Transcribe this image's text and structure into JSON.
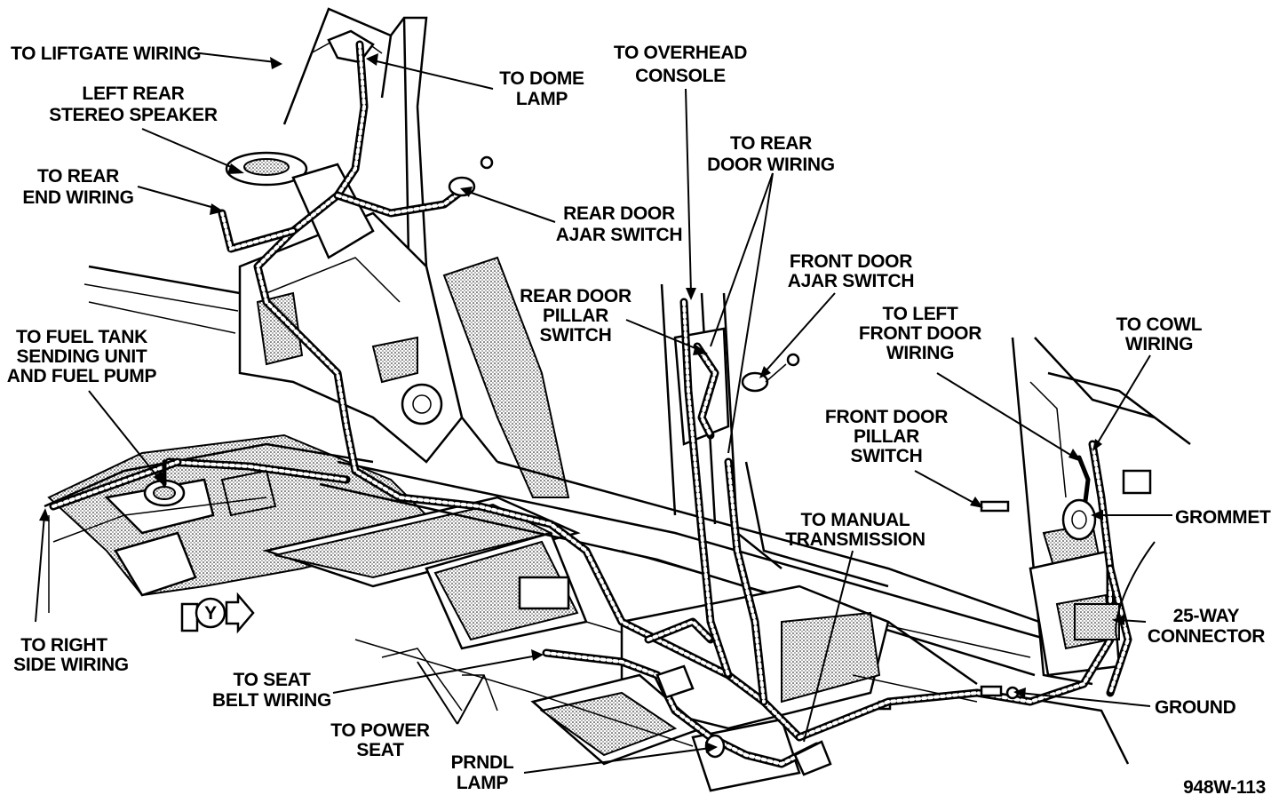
{
  "labels": {
    "liftgate": "TO LIFTGATE WIRING",
    "left_rear_speaker_1": "LEFT REAR",
    "left_rear_speaker_2": "STEREO SPEAKER",
    "rear_end_1": "TO REAR",
    "rear_end_2": "END WIRING",
    "dome_1": "TO DOME",
    "dome_2": "LAMP",
    "overhead_1": "TO OVERHEAD",
    "overhead_2": "CONSOLE",
    "rear_door_wiring_1": "TO REAR",
    "rear_door_wiring_2": "DOOR WIRING",
    "rear_door_ajar_1": "REAR DOOR",
    "rear_door_ajar_2": "AJAR SWITCH",
    "front_door_ajar_1": "FRONT DOOR",
    "front_door_ajar_2": "AJAR SWITCH",
    "rear_pillar_1": "REAR DOOR",
    "rear_pillar_2": "PILLAR",
    "rear_pillar_3": "SWITCH",
    "left_front_door_1": "TO LEFT",
    "left_front_door_2": "FRONT DOOR",
    "left_front_door_3": "WIRING",
    "cowl_1": "TO COWL",
    "cowl_2": "WIRING",
    "fuel_1": "TO FUEL TANK",
    "fuel_2": "SENDING UNIT",
    "fuel_3": "AND FUEL PUMP",
    "front_pillar_1": "FRONT DOOR",
    "front_pillar_2": "PILLAR",
    "front_pillar_3": "SWITCH",
    "manual_trans_1": "TO MANUAL",
    "manual_trans_2": "TRANSMISSION",
    "grommet": "GROMMET",
    "connector_1": "25-WAY",
    "connector_2": "CONNECTOR",
    "right_side_1": "TO RIGHT",
    "right_side_2": "SIDE WIRING",
    "seat_belt_1": "TO SEAT",
    "seat_belt_2": "BELT WIRING",
    "power_seat_1": "TO POWER",
    "power_seat_2": "SEAT",
    "prndl_1": "PRNDL",
    "prndl_2": "LAMP",
    "ground": "GROUND",
    "view_marker": "Y",
    "figure_id": "948W-113"
  }
}
